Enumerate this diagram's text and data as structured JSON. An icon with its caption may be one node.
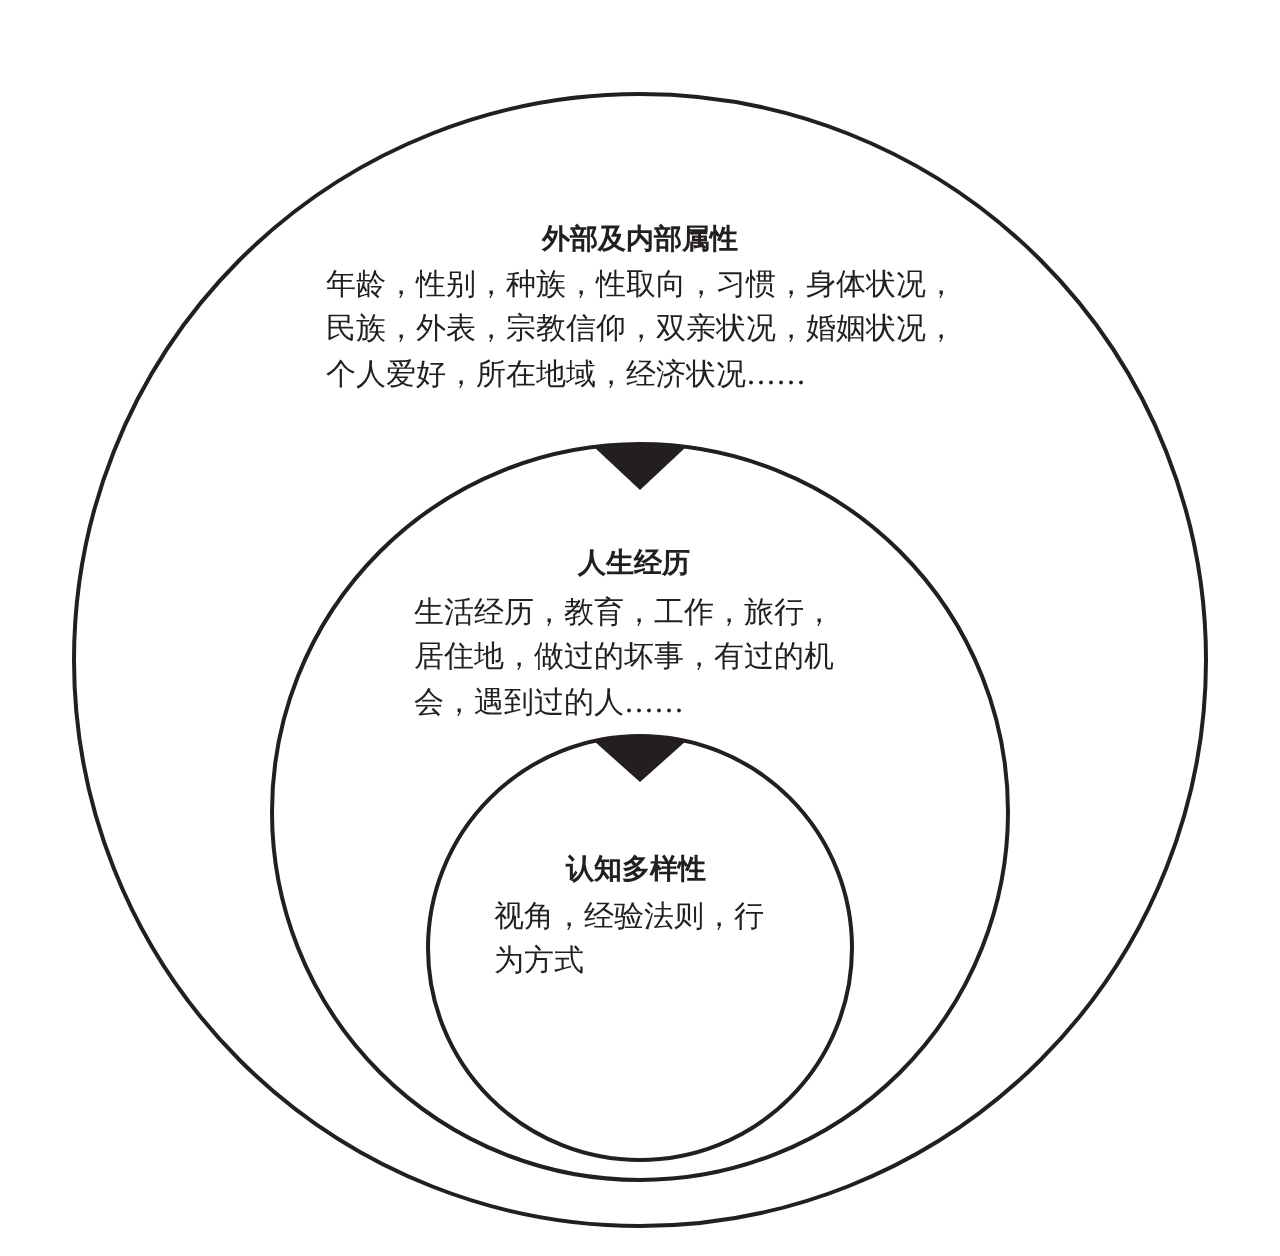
{
  "diagram": {
    "nodes": [
      {
        "text": [
          "外部及内部属性",
          "年龄，性别，种族，性取向，习惯，身体状况，民族，外表，宗教信仰，双亲状况，婚姻状况，个人爱好，所在地域，经济状况……"
        ]
      },
      {
        "text": [
          "人生经历",
          "生活经历，教育，工作，旅行，居住地，做过的坏事，有过的机会，遇到过的人……"
        ],
        "in": 0
      },
      {
        "text": [
          "认知多样性",
          "视角，经验法则，行为方式"
        ],
        "in": 1
      }
    ]
  }
}
